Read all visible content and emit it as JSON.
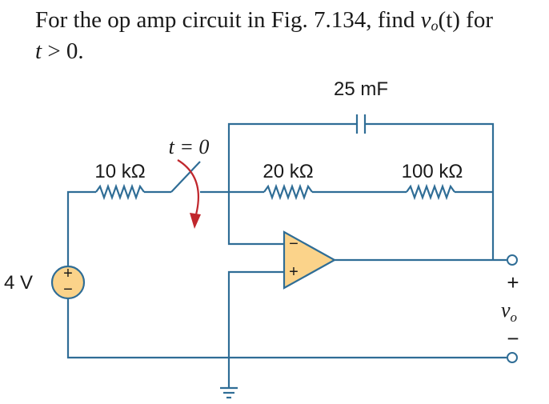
{
  "problem": {
    "line1_pre": "For the op amp circuit in Fig. 7.134, find ",
    "var_v": "v",
    "var_sub": "o",
    "var_arg": "(t)",
    "line1_post": " for",
    "line2_t": "t",
    "line2_rest": " > 0."
  },
  "circuit": {
    "source_label": "4 V",
    "r1_label": "10 kΩ",
    "switch_label": "t = 0",
    "r2_label": "20 kΩ",
    "r3_label": "100 kΩ",
    "cap_label": "25 mF",
    "output_plus": "+",
    "output_minus": "−",
    "output_var": "v",
    "output_sub": "o",
    "opamp_minus": "−",
    "opamp_plus": "+",
    "source_plus": "+",
    "source_minus": "−"
  },
  "colors": {
    "wire": "#2f6d96",
    "opamp_fill": "#fbd38a",
    "opamp_stroke": "#2f6d96",
    "source_fill": "#fbd38a",
    "arrow": "#c0272d"
  }
}
